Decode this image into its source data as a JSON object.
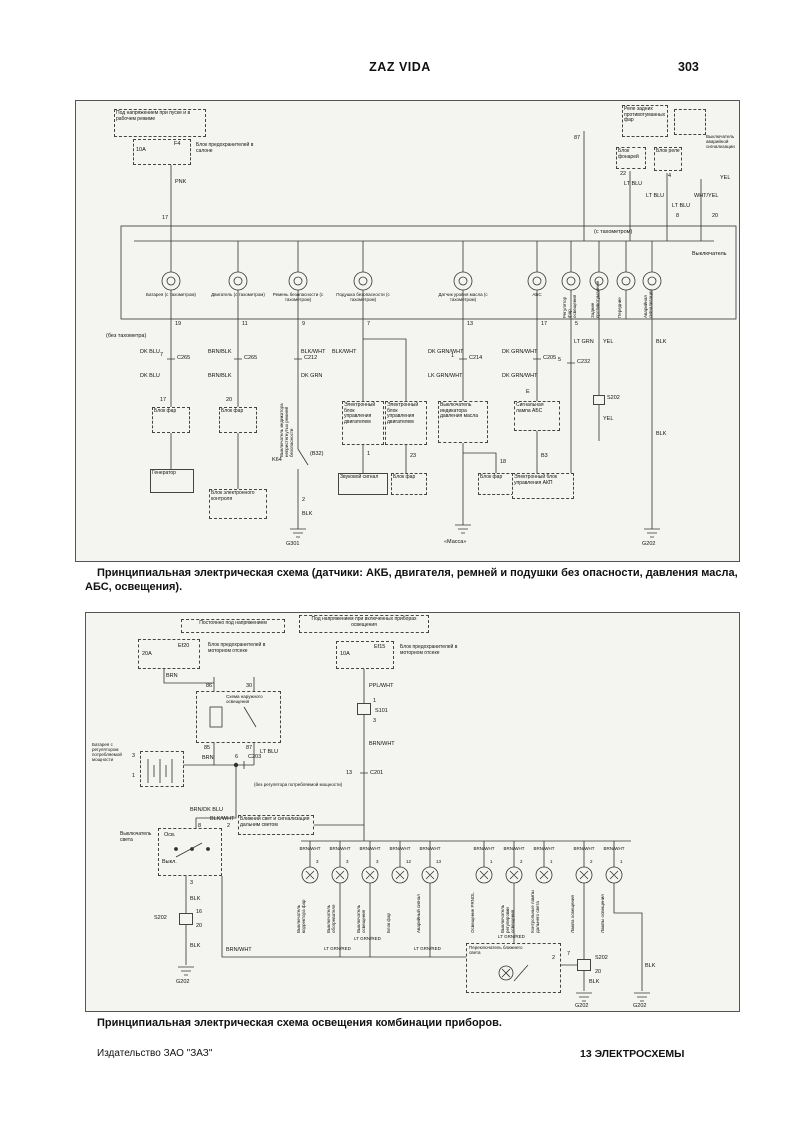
{
  "page": {
    "title": "ZAZ VIDA",
    "page_number": "303",
    "caption1": "Принципиальная электрическая схема (датчики: АКБ, двигателя, ремней и подушки без опасности, давления масла, АБС, освещения).",
    "caption2": "Принципиальная электрическая схема освещения комбинации приборов.",
    "footer_left": "Издательство ЗАО \"ЗАЗ\"",
    "footer_right": "13 ЭЛЕКТРОСХЕМЫ"
  },
  "d1": {
    "note_power": "Под напряжением при пуске и в рабочем режиме",
    "fuse_amp": "10A",
    "fuse_name": "F4",
    "fusebox": "Блок предохранителей в салоне",
    "pnk": "PNK",
    "pin17": "17",
    "relay_note": "Реле задних противотуманных фар",
    "pin87": "87",
    "lamp_block": "Блок фонарей",
    "pin22": "22",
    "relay_block": "Блок реле",
    "pin4": "4",
    "hazard": "Выключатель аварийной сигнализации",
    "yel": "YEL",
    "whtyel": "WHT/YEL",
    "pin8": "8",
    "pin20": "20",
    "with_tacho": "(с тахометром)",
    "without_tacho": "(без тахометра)",
    "gauges": [
      "Батарея (с тахометром)",
      "Двигатель (с тахометром)",
      "Ремень безопасности (с тахометром)",
      "Подушка безопасности (с тахометром)",
      "Датчик уровня масла (с тахометром)",
      "АБС",
      "Регулятор фар освещения",
      "Задние противотуманные",
      "Передние",
      "Аварийная сигнализация"
    ],
    "switch_right": "Выключатель",
    "pins": [
      "19",
      "11",
      "9",
      "7",
      "13",
      "17",
      "5"
    ],
    "dkblu": "DK BLU",
    "brnblk": "BRN/BLK",
    "blkwht": "BLK/WHT",
    "dkgrn": "DK GRN",
    "dkgrnwht": "DK GRN/WHT",
    "lkgrnwht": "LK GRN/WHT",
    "ltgrn": "LT GRN",
    "ltblu": "LT BLU",
    "blk": "BLK",
    "c265": "C265",
    "c212": "C212",
    "c214": "C214",
    "c205": "C205",
    "c232": "C232",
    "s202": "S202",
    "p7": "7",
    "p20b": "20",
    "p17b": "17",
    "p1": "1",
    "p23": "23",
    "p18": "18",
    "p2": "2",
    "p5": "5",
    "pE": "E",
    "pB3": "B3",
    "blok_far": "Блок фар",
    "generator": "Генератор",
    "econtrol": "Блок электронного контроля",
    "belt_sw": "Выключатель индикатора непристегнутых ремней безопасности",
    "k64": "K64",
    "b32": "(В32)",
    "ecu": "Электронный блок управления двигателем",
    "horn": "Звуковой сигнал",
    "oil_sw": "Выключатель индикатора давления масла",
    "abs_lamp": "Сигнальная лампа АБС",
    "akp": "Электронный блок управления АКП",
    "g301": "G301",
    "massa": "«Масса»",
    "g202": "G202"
  },
  "d2": {
    "note_const": "Постоянно под напряжением",
    "note_light": "Под напряжением при включенных приборах освещения",
    "fuse1_amp": "20A",
    "fuse1_name": "Ef20",
    "fuse2_amp": "10A",
    "fuse2_name": "Ef15",
    "fusebox": "Блок предохранителей в моторном отсеке",
    "brn": "BRN",
    "p86": "86",
    "p30": "30",
    "p85": "85",
    "p87": "87",
    "relay_label": "Схема наружного освещения",
    "ltblu": "LT BLU",
    "pplwht": "PPL/WHT",
    "s101": "S101",
    "p1": "1",
    "p3": "3",
    "battery": "Батарея с регулятором потребляемой мощности",
    "p6": "6",
    "c203": "C203",
    "no_reg": "(без регулятора потребляемой мощности)",
    "brnwht": "BRN/WHT",
    "p13": "13",
    "c201": "C201",
    "brndkblu": "BRN/DK BLU",
    "blkwht": "BLK/WHT",
    "p8": "8",
    "p2": "2",
    "low_beam_note": "Ближний свет и сигнализация дальним светом",
    "light_sw": "Выключатель света",
    "osv": "Осв.",
    "vykl": "Выкл.",
    "p3b": "3",
    "blk": "BLK",
    "s202": "S202",
    "p16": "16",
    "p20": "20",
    "g202": "G202",
    "lamp_pins": [
      "3",
      "3",
      "3",
      "12",
      "13",
      "1",
      "2",
      "1",
      "2",
      "1"
    ],
    "lamp_labels": [
      "Выключатель корректора фар",
      "Выключатель обогревателя",
      "Выключатель освещения",
      "Блок фар",
      "Аварийный сигнал",
      "Освещение PRNDL",
      "Выключатель регулировки освещения",
      "Контрольные лампы дальнего света",
      "Лампа освещения",
      "Лампы освещения"
    ],
    "ltgrnred": "LT GRN/RED",
    "dimmer": "Переключатель ближнего света",
    "p7": "7"
  }
}
